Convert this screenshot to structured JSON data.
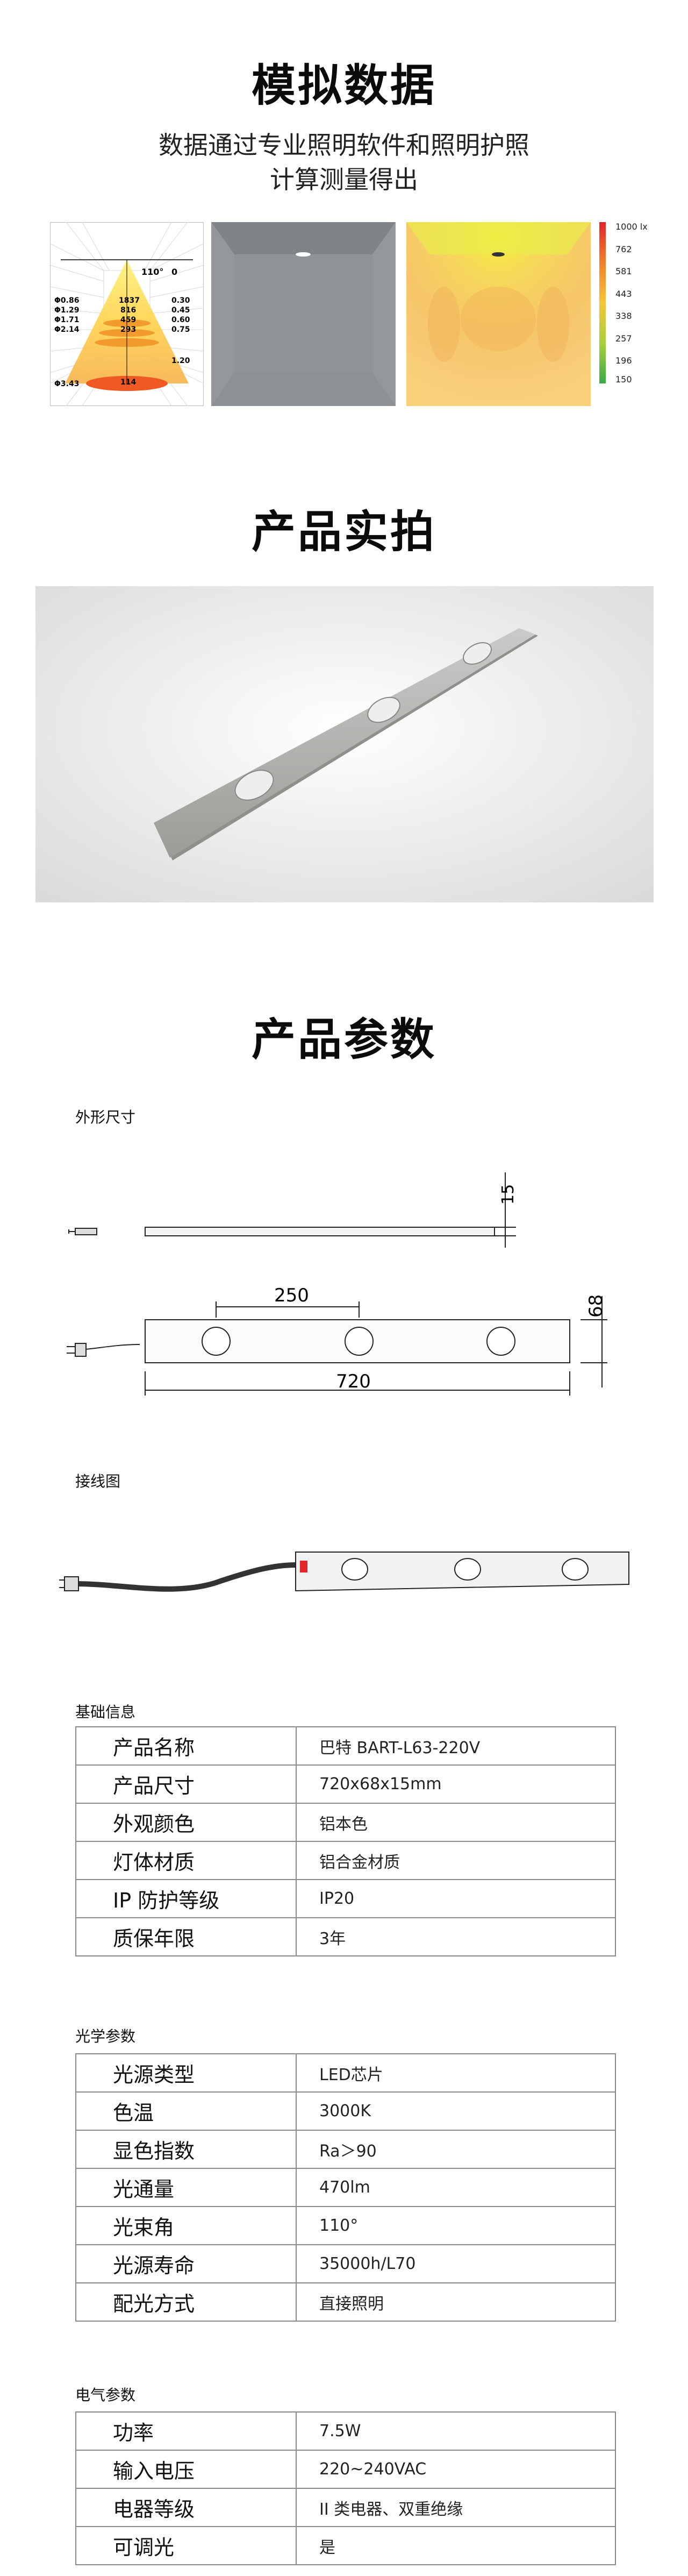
{
  "sim": {
    "title": "模拟数据",
    "desc_line1": "数据通过专业照明软件和照明护照",
    "desc_line2": "计算测量得出",
    "cone": {
      "angle": "110°",
      "zero": "0",
      "phi": [
        "Φ0.86",
        "Φ1.29",
        "Φ1.71",
        "Φ2.14"
      ],
      "phi_bottom": "Φ3.43",
      "lux": [
        "1837",
        "816",
        "459",
        "293"
      ],
      "lux_bottom": "114",
      "dist": [
        "0.30",
        "0.45",
        "0.60",
        "0.75"
      ],
      "dist_bottom": "1.20"
    },
    "scale": {
      "unit": "1000 lx",
      "values": [
        "762",
        "581",
        "443",
        "338",
        "257",
        "196",
        "150"
      ]
    }
  },
  "photo": {
    "title": "产品实拍"
  },
  "params": {
    "title": "产品参数",
    "outline_label": "外形尺寸",
    "dims": {
      "height": "15",
      "spacing": "250",
      "length": "720",
      "width": "68"
    },
    "wiring_label": "接线图"
  },
  "basic": {
    "label": "基础信息",
    "rows": [
      {
        "k": "产品名称",
        "v": "巴特 BART-L63-220V"
      },
      {
        "k": "产品尺寸",
        "v": "720x68x15mm"
      },
      {
        "k": "外观颜色",
        "v": "铝本色"
      },
      {
        "k": "灯体材质",
        "v": "铝合金材质"
      },
      {
        "k": "IP 防护等级",
        "v": "IP20"
      },
      {
        "k": "质保年限",
        "v": "3年"
      }
    ]
  },
  "optical": {
    "label": "光学参数",
    "rows": [
      {
        "k": "光源类型",
        "v": "LED芯片"
      },
      {
        "k": "色温",
        "v": "3000K"
      },
      {
        "k": "显色指数",
        "v": "Ra＞90"
      },
      {
        "k": "光通量",
        "v": "470lm"
      },
      {
        "k": "光束角",
        "v": "110°"
      },
      {
        "k": "光源寿命",
        "v": "35000h/L70"
      },
      {
        "k": "配光方式",
        "v": "直接照明"
      }
    ]
  },
  "electrical": {
    "label": "电气参数",
    "rows": [
      {
        "k": "功率",
        "v": "7.5W"
      },
      {
        "k": "输入电压",
        "v": "220~240VAC"
      },
      {
        "k": "电器等级",
        "v": "II 类电器、双重绝缘"
      },
      {
        "k": "可调光",
        "v": "是"
      }
    ]
  }
}
